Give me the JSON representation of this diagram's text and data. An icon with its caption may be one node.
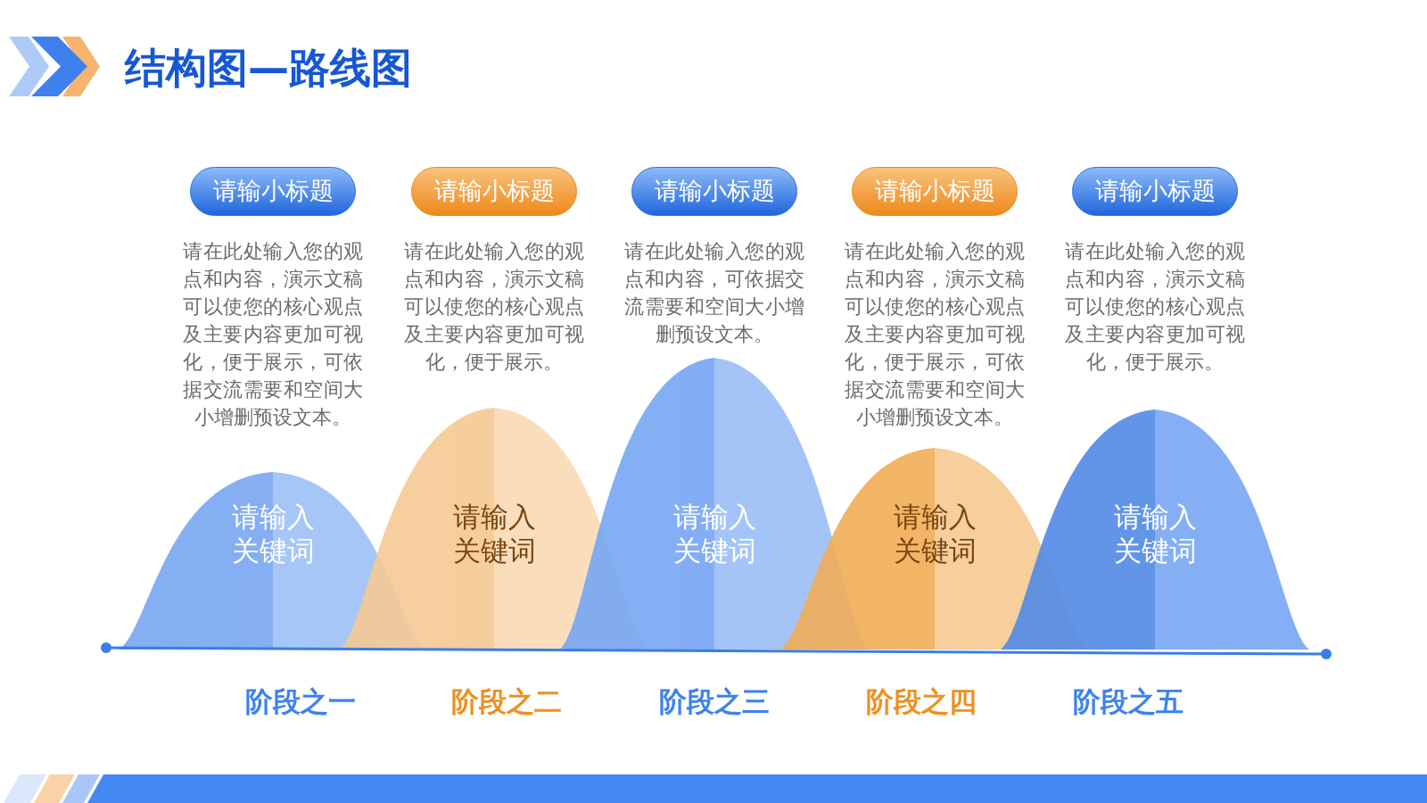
{
  "diagram": {
    "title": "结构图—路线图",
    "nodes": [
      {
        "text": [
          "请输小标题"
        ]
      },
      {
        "text": [
          "请输小标题"
        ]
      },
      {
        "text": [
          "请输小标题"
        ]
      },
      {
        "text": [
          "请输小标题"
        ]
      },
      {
        "text": [
          "请输小标题"
        ]
      },
      {
        "text": [
          "请输入关键词"
        ],
        "beside": [
          "阶段之一"
        ]
      },
      {
        "text": [
          "请输入关键词"
        ],
        "beside": [
          "阶段之二"
        ]
      },
      {
        "text": [
          "请输入关键词"
        ],
        "beside": [
          "阶段之三"
        ]
      },
      {
        "text": [
          "请输入关键词"
        ],
        "beside": [
          "阶段之四"
        ]
      },
      {
        "text": [
          "请输入关键词"
        ],
        "beside": [
          "阶段之五"
        ]
      }
    ],
    "labels": [
      "请在此处输入您的观点和内容，演示文稿可以使您的核心观点及主要内容更加可视化，便于展示，可依据交流需要和空间大小增删预设文本。",
      "请在此处输入您的观点和内容，演示文稿可以使您的核心观点及主要内容更加可视化，便于展示。",
      "请在此处输入您的观点和内容，可依据交流需要和空间大小增删预设文本。",
      "请在此处输入您的观点和内容，演示文稿可以使您的核心观点及主要内容更加可视化，便于展示，可依据交流需要和空间大小增删预设文本。",
      "请在此处输入您的观点和内容，演示文稿可以使您的核心观点及主要内容更加可视化，便于展示。"
    ]
  }
}
